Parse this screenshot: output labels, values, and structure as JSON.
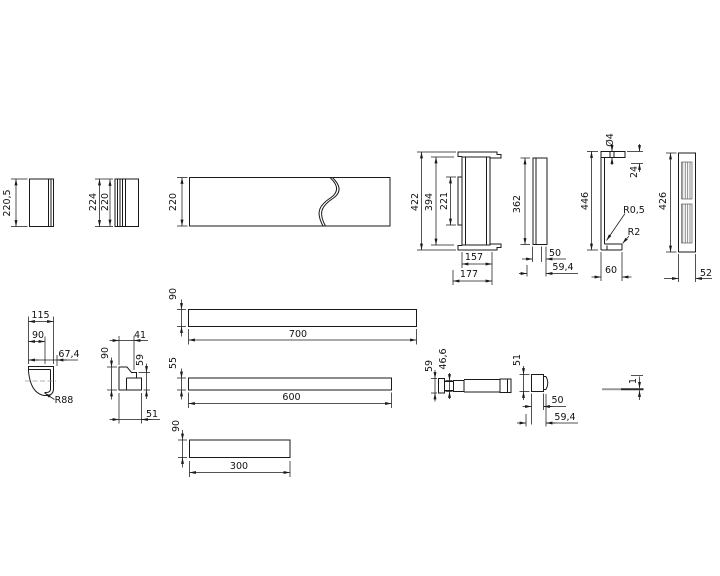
{
  "drawing": {
    "background": "#ffffff",
    "line_color": "#1a1a1a",
    "centerline_gray": "#999999"
  },
  "dims": {
    "side_panel_h": "220,5",
    "back_panel_outer": "224",
    "back_panel_inner": "220",
    "long_panel_h": "220",
    "bracket_total_h": "422",
    "bracket_inner_h": "394",
    "bracket_slot_h": "221",
    "bracket_inner_w": "157",
    "bracket_outer_w": "177",
    "strip_h": "362",
    "strip_inner_w": "50",
    "strip_outer_w": "59,4",
    "lprofile_hole_d": "Ø4",
    "lprofile_top": "24",
    "lprofile_h": "446",
    "lprofile_r_small": "R0,5",
    "lprofile_r_foot": "R2",
    "lprofile_w": "60",
    "grille_h": "426",
    "grille_w": "52",
    "corner_outer_w": "115",
    "corner_inner_w": "90",
    "corner_offset": "67,4",
    "corner_r": "R88",
    "step_top_w": "41",
    "step_h": "90",
    "step_right_h": "59",
    "step_w": "51",
    "bar700_h": "90",
    "bar700_w": "700",
    "bar600_h": "55",
    "bar600_w": "600",
    "bar300_h": "90",
    "bar300_w": "300",
    "rail_h": "59",
    "rail_inner_h": "46,6",
    "knob_h": "51",
    "knob_inner_w": "50",
    "knob_outer_w": "59,4",
    "sheet_t": "1"
  }
}
